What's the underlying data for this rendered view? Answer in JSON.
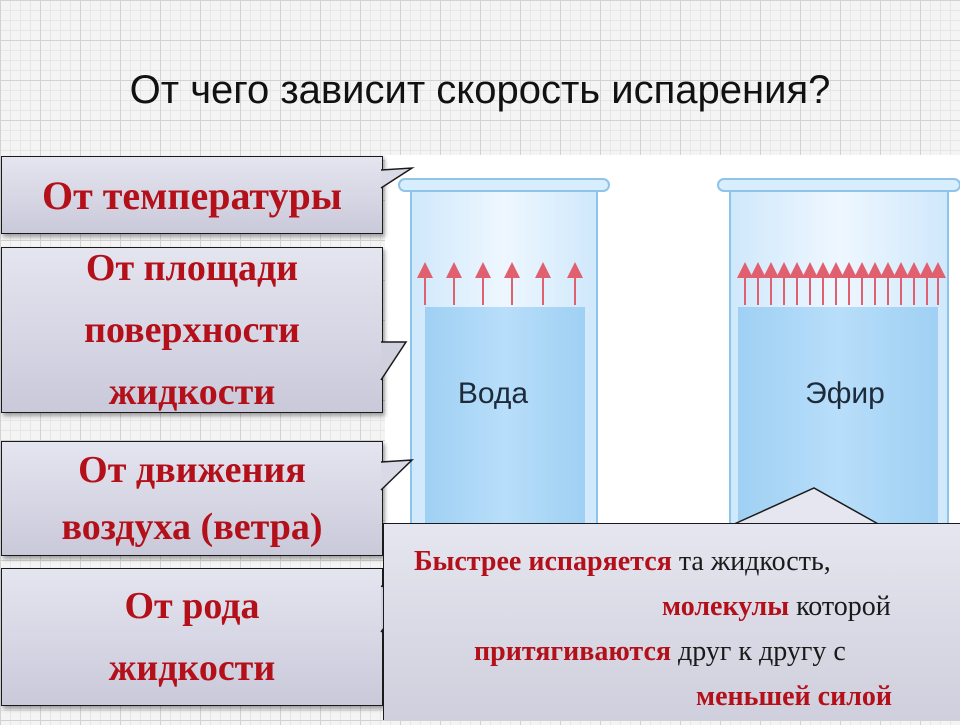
{
  "slide": {
    "title": "От чего зависит скорость испарения?"
  },
  "beakers": [
    {
      "label": "Вода"
    },
    {
      "label": "Эфир"
    }
  ],
  "callouts": [
    {
      "lines": [
        "От температуры"
      ]
    },
    {
      "lines": [
        "От площади",
        "поверхности",
        "жидкости"
      ]
    },
    {
      "lines": [
        "От движения",
        "воздуха (ветра)"
      ]
    },
    {
      "lines": [
        "От рода",
        "жидкости"
      ]
    }
  ],
  "note": {
    "line1_em": "Быстрее испаряется",
    "line1_rest": " та жидкость,",
    "line2_em": "молекулы",
    "line2_rest": " которой",
    "line3_em": "притягиваются",
    "line3_rest": " друг к другу с",
    "line4_em": "меньшей силой"
  },
  "colors": {
    "accent_red": "#b3101a",
    "water_blue": "#a9d6f5",
    "arrow_pink": "#e06070"
  }
}
